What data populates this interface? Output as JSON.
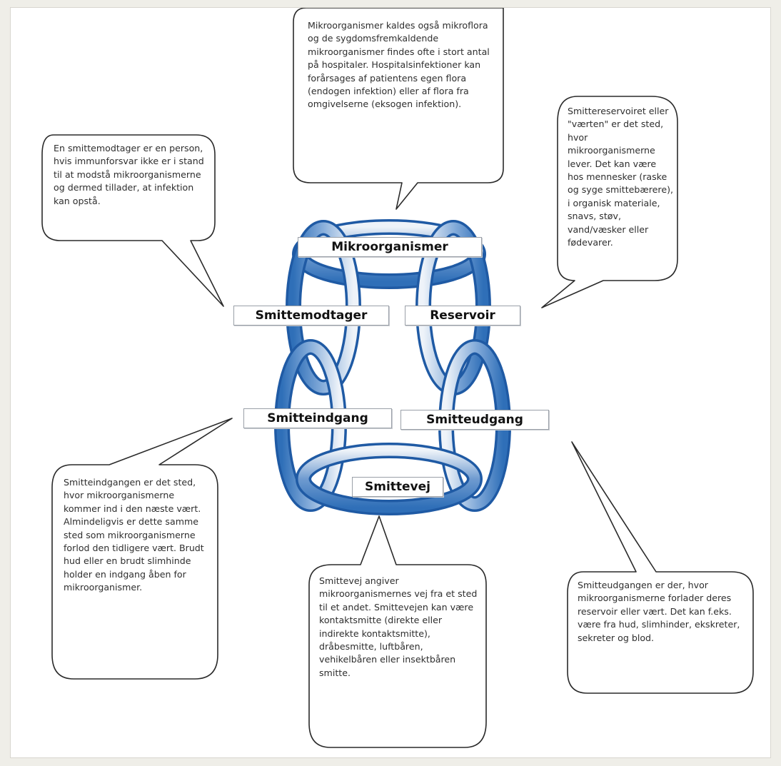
{
  "nodes": {
    "mikroorganismer": "Mikroorganismer",
    "smittemodtager": "Smittemodtager",
    "reservoir": "Reservoir",
    "smitteindgang": "Smitteindgang",
    "smitteudgang": "Smitteudgang",
    "smittevej": "Smittevej"
  },
  "bubbles": {
    "top": "Mikroorganismer kaldes også mikroflora og de sygdomsfremkaldende mikroorganismer findes ofte i stort antal på hospitaler. Hospitalsinfektioner kan forårsages af patientens egen flora (endogen infektion) eller af flora fra omgivelserne (eksogen infektion).",
    "left_top": "En smittemodtager er en person, hvis immunforsvar ikke er i stand til at modstå mikroorganismerne og dermed tillader, at infektion kan opstå.",
    "right_top": "Smittereservoiret eller \"værten\" er det sted, hvor mikroorganismerne lever. Det kan være hos mennesker (raske og syge smittebærere), i organisk materiale, snavs, støv, vand/væsker eller fødevarer.",
    "left_bottom": "Smitteindgangen er det sted, hvor mikroorganismerne kommer ind i den næste vært. Almindeligvis er dette samme sted som mikroorganismerne forlod den tidligere vært. Brudt hud eller en brudt slimhinde holder en indgang åben for mikroorganismer.",
    "bottom": "Smittevej angiver mikroorganismernes vej fra et sted til et andet. Smittevejen kan være kontaktsmitte (direkte eller indirekte kontaktsmitte), dråbesmitte, luftbåren, vehikelbåren eller insektbåren smitte.",
    "right_bottom": "Smitteudgangen er der, hvor mikroorganismerne forlader deres reservoir eller vært. Det kan f.eks. være fra hud, slimhinder, ekskreter, sekreter og blod."
  },
  "colors": {
    "ring_dark": "#2f6fb8",
    "ring_light": "#e8eef6",
    "bubble_stroke": "#2a2a2a"
  }
}
